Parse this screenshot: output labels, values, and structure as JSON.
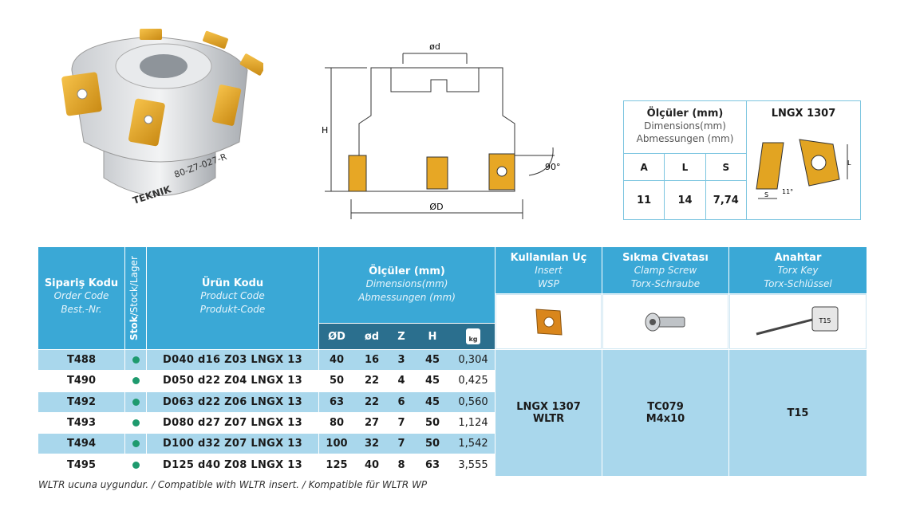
{
  "drawing": {
    "label_od": "ød",
    "label_h": "H",
    "label_angle": "90°",
    "label_OD": "ØD"
  },
  "photo": {
    "engraving": "80-Z7-027-R",
    "brand": "TEKNIK"
  },
  "dimensions_box": {
    "title": "Ölçüler (mm)",
    "title_en": "Dimensions(mm)",
    "title_de": "Abmessungen (mm)",
    "insert_name": "LNGX 1307",
    "columns": [
      "A",
      "L",
      "S"
    ],
    "values": [
      "11",
      "14",
      "7,74"
    ],
    "insert_labels": {
      "l": "L",
      "s": "S",
      "angle": "11°"
    }
  },
  "table": {
    "headers": {
      "order_code": {
        "tr": "Sipariş Kodu",
        "en": "Order Code",
        "de": "Best.-Nr."
      },
      "stock": {
        "bold": "Stok",
        "rest": "/Stock/Lager"
      },
      "product_code": {
        "tr": "Ürün Kodu",
        "en": "Product Code",
        "de": "Produkt-Code"
      },
      "dimensions": {
        "tr": "Ölçüler (mm)",
        "en": "Dimensions(mm)",
        "de": "Abmessungen (mm)"
      },
      "insert": {
        "tr": "Kullanılan Uç",
        "en": "Insert",
        "de": "WSP"
      },
      "screw": {
        "tr": "Sıkma Civatası",
        "en": "Clamp Screw",
        "de": "Torx-Schraube"
      },
      "key": {
        "tr": "Anahtar",
        "en": "Torx Key",
        "de": "Torx-Schlüssel"
      },
      "sub": [
        "ØD",
        "ød",
        "Z",
        "H"
      ],
      "weight_unit": "kg"
    },
    "rows": [
      {
        "order": "T488",
        "product": "D040 d16 Z03 LNGX 13",
        "D": "40",
        "d": "16",
        "Z": "3",
        "H": "45",
        "kg": "0,304"
      },
      {
        "order": "T490",
        "product": "D050 d22 Z04 LNGX 13",
        "D": "50",
        "d": "22",
        "Z": "4",
        "H": "45",
        "kg": "0,425"
      },
      {
        "order": "T492",
        "product": "D063 d22 Z06 LNGX 13",
        "D": "63",
        "d": "22",
        "Z": "6",
        "H": "45",
        "kg": "0,560"
      },
      {
        "order": "T493",
        "product": "D080 d27 Z07 LNGX 13",
        "D": "80",
        "d": "27",
        "Z": "7",
        "H": "50",
        "kg": "1,124"
      },
      {
        "order": "T494",
        "product": "D100 d32 Z07 LNGX 13",
        "D": "100",
        "d": "32",
        "Z": "7",
        "H": "50",
        "kg": "1,542"
      },
      {
        "order": "T495",
        "product": "D125 d40 Z08 LNGX 13",
        "D": "125",
        "d": "40",
        "Z": "8",
        "H": "63",
        "kg": "3,555"
      }
    ],
    "insert_value": {
      "line1": "LNGX 1307",
      "line2": "WLTR"
    },
    "screw_value": {
      "line1": "TC079",
      "line2": "M4x10"
    },
    "key_value": "T15",
    "key_tag": "T15"
  },
  "footnote": "WLTR ucuna uygundur. / Compatible with WLTR insert. / Kompatible für WLTR WP",
  "colors": {
    "header": "#3aa8d6",
    "header_dark": "#2b6f8e",
    "row_blue": "#a9d7ec",
    "stock_dot": "#1e9a6e",
    "insert_gold": "#e2a422"
  }
}
